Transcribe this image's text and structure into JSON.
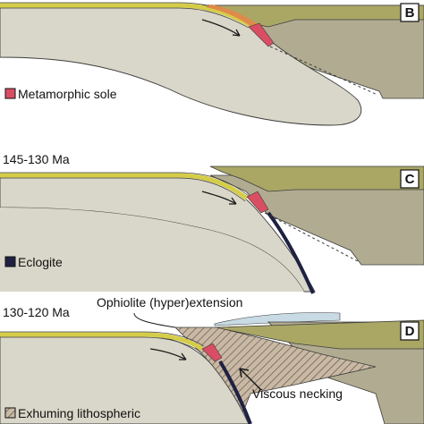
{
  "panels": [
    {
      "letter": "B",
      "age": "",
      "legend": "Metamorphic sole"
    },
    {
      "letter": "C",
      "age": "145-130 Ma",
      "legend": "Eclogite"
    },
    {
      "letter": "D",
      "age": "130-120 Ma",
      "legend": "Exhuming lithospheric"
    }
  ],
  "annotations": {
    "ophiolite": "Ophiolite (hyper)extension",
    "necking": "Viscous necking"
  },
  "colors": {
    "lithosphere": "#d9d7c9",
    "upper_plate": "#b1ac91",
    "sediment": "#aaa765",
    "crust_yellow": "#d5cd48",
    "sole_red": "#d94e63",
    "sole_orange": "#df8a4a",
    "eclogite": "#1f2142",
    "water": "#c8dbe4",
    "exhuming_hatch": "#c4b4a0",
    "outline": "#3c3c3c"
  }
}
